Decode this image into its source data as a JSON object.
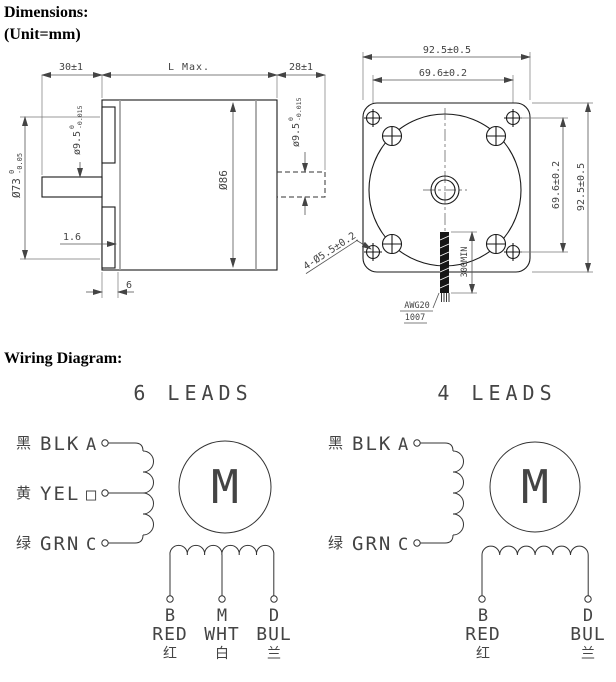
{
  "page": {
    "title": "Dimensions:",
    "unit": "(Unit=mm)",
    "wiring_heading": "Wiring Diagram:"
  },
  "side_view": {
    "front_shaft_len": "30±1",
    "body_len": "L Max.",
    "rear_shaft_len": "28±1",
    "pilot_dia": "Ø73",
    "pilot_tol_top": "0",
    "pilot_tol_bot": "-0.05",
    "front_shaft_dia": "ø9.5",
    "front_shaft_tol_top": "0",
    "front_shaft_tol_bot": "-0.015",
    "body_dia": "Ø86",
    "rear_shaft_dia": "ø9.5",
    "rear_shaft_tol_top": "0",
    "rear_shaft_tol_bot": "-0.015",
    "pilot_height": "1.6",
    "pilot_depth": "6"
  },
  "front_view": {
    "flange_width": "92.5±0.5",
    "hole_spacing_h": "69.6±0.2",
    "hole_spacing_v": "69.6±0.2",
    "flange_height": "92.5±0.5",
    "mounting_holes": "4-Ø5.5±0.2",
    "wire_gauge": "AWG20",
    "wire_standard": "1007",
    "wire_length": "300MIN"
  },
  "wiring": {
    "six": {
      "title": "6 LEADS",
      "motor": "M",
      "leads": [
        {
          "cn": "黑",
          "en": "BLK",
          "term": "A"
        },
        {
          "cn": "黄",
          "en": "YEL",
          "term": "□"
        },
        {
          "cn": "绿",
          "en": "GRN",
          "term": "C"
        }
      ],
      "bottom": [
        {
          "term": "B",
          "en": "RED",
          "cn": "红"
        },
        {
          "term": "M",
          "en": "WHT",
          "cn": "白"
        },
        {
          "term": "D",
          "en": "BUL",
          "cn": "兰"
        }
      ]
    },
    "four": {
      "title": "4 LEADS",
      "motor": "M",
      "leads": [
        {
          "cn": "黑",
          "en": "BLK",
          "term": "A"
        },
        {
          "cn": "绿",
          "en": "GRN",
          "term": "C"
        }
      ],
      "bottom": [
        {
          "term": "B",
          "en": "RED",
          "cn": "红"
        },
        {
          "term": "D",
          "en": "BUL",
          "cn": "兰"
        }
      ]
    }
  }
}
